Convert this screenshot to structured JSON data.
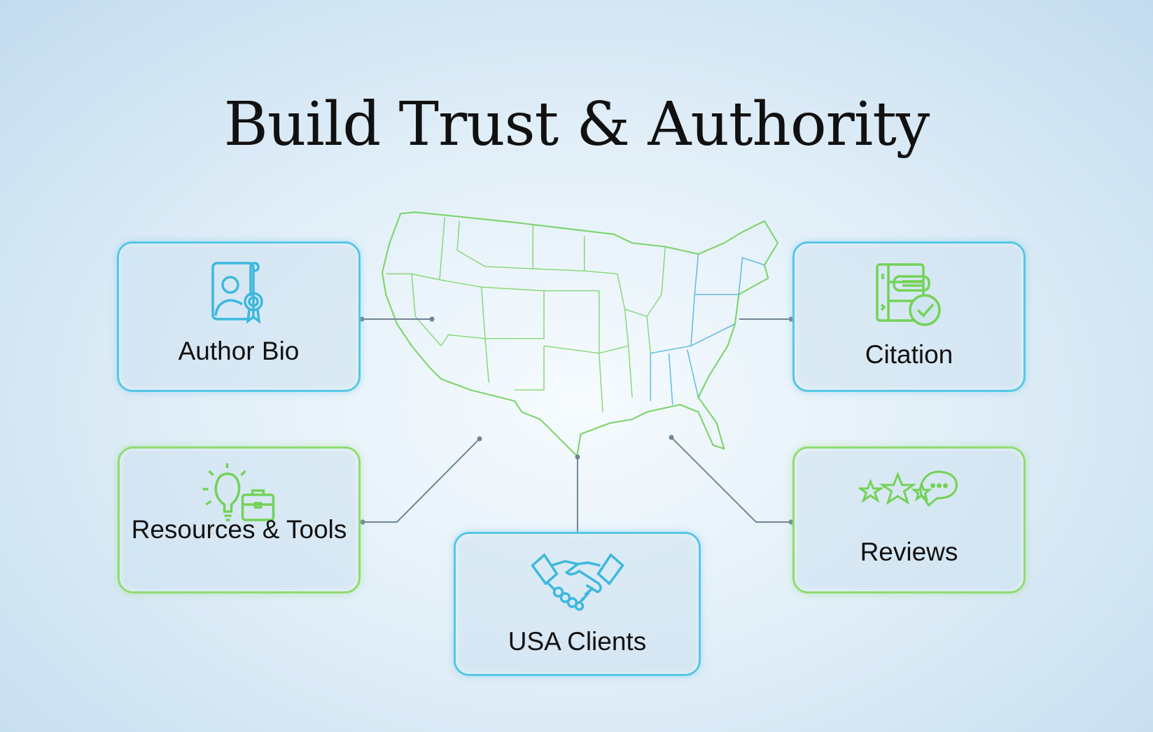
{
  "title": "Build Trust & Authority",
  "cards": {
    "author_bio": {
      "label": "Author Bio",
      "icon": "author-certificate-icon"
    },
    "citation": {
      "label": "Citation",
      "icon": "books-check-icon"
    },
    "resources": {
      "label": "Resources & Tools",
      "icon": "lightbulb-briefcase-icon"
    },
    "reviews": {
      "label": "Reviews",
      "icon": "stars-chat-icon"
    },
    "usa_clients": {
      "label": "USA Clients",
      "icon": "handshake-icon"
    }
  },
  "colors": {
    "blue": "#4fc3e3",
    "green": "#7ed957",
    "connector": "#6f8596"
  }
}
